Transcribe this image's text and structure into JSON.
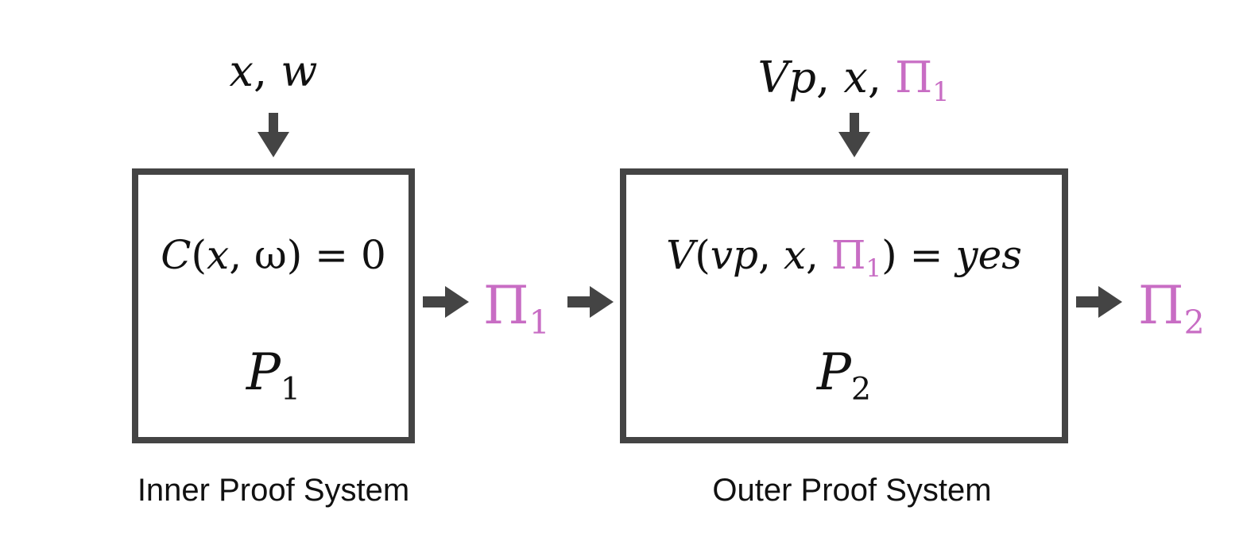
{
  "inner": {
    "input": {
      "a": "x",
      "sep": ", ",
      "b": "w"
    },
    "equation": {
      "fn": "C",
      "open": "(",
      "x": "x",
      "sep": ", ",
      "w": "ω",
      "close": ")",
      "rel": " = ",
      "rhs": "0"
    },
    "prover": {
      "letter": "P",
      "sub": "1"
    },
    "caption": "Inner Proof System"
  },
  "outer": {
    "input": {
      "a": "Vp",
      "sep1": ", ",
      "b": "x",
      "sep2": ", ",
      "pi": "Π",
      "pi_sub": "1"
    },
    "equation": {
      "fn": "V",
      "open": "(",
      "vp": "vp",
      "sep1": ", ",
      "x": "x",
      "sep2": ", ",
      "pi": "Π",
      "pi_sub": "1",
      "close": ")",
      "rel": " = ",
      "rhs": "yes"
    },
    "prover": {
      "letter": "P",
      "sub": "2"
    },
    "caption": "Outer Proof System"
  },
  "outputs": {
    "pi1": {
      "symbol": "Π",
      "sub": "1"
    },
    "pi2": {
      "symbol": "Π",
      "sub": "2"
    }
  },
  "colors": {
    "box_border": "#444444",
    "arrow": "#444444",
    "proof_accent": "#c86dc4",
    "text": "#111111"
  }
}
